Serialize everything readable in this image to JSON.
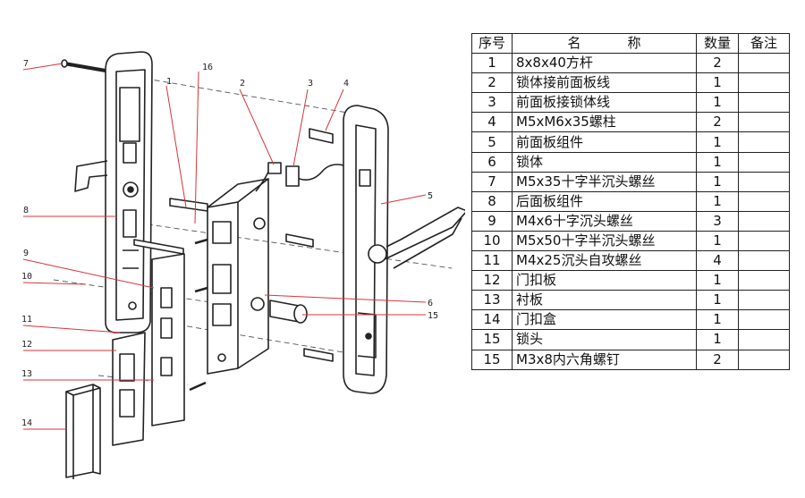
{
  "table": {
    "headers": {
      "no": "序号",
      "name_a": "名",
      "name_b": "称",
      "qty": "数量",
      "note": "备注"
    },
    "rows": [
      {
        "no": "1",
        "name": "8x8x40方杆",
        "qty": "2",
        "note": ""
      },
      {
        "no": "2",
        "name": "锁体接前面板线",
        "qty": "1",
        "note": ""
      },
      {
        "no": "3",
        "name": "前面板接锁体线",
        "qty": "1",
        "note": ""
      },
      {
        "no": "4",
        "name": "M5xM6x35螺柱",
        "qty": "2",
        "note": ""
      },
      {
        "no": "5",
        "name": "前面板组件",
        "qty": "1",
        "note": ""
      },
      {
        "no": "6",
        "name": "锁体",
        "qty": "1",
        "note": ""
      },
      {
        "no": "7",
        "name": "M5x35十字半沉头螺丝",
        "qty": "1",
        "note": ""
      },
      {
        "no": "8",
        "name": "后面板组件",
        "qty": "1",
        "note": ""
      },
      {
        "no": "9",
        "name": "M4x6十字沉头螺丝",
        "qty": "3",
        "note": ""
      },
      {
        "no": "10",
        "name": "M5x50十字半沉头螺丝",
        "qty": "1",
        "note": ""
      },
      {
        "no": "11",
        "name": "M4x25沉头自攻螺丝",
        "qty": "4",
        "note": ""
      },
      {
        "no": "12",
        "name": "门扣板",
        "qty": "1",
        "note": ""
      },
      {
        "no": "13",
        "name": "衬板",
        "qty": "1",
        "note": ""
      },
      {
        "no": "14",
        "name": "门扣盒",
        "qty": "1",
        "note": ""
      },
      {
        "no": "15",
        "name": "锁头",
        "qty": "1",
        "note": ""
      },
      {
        "no": "15",
        "name": "M3x8内六角螺钉",
        "qty": "2",
        "note": ""
      }
    ]
  },
  "callouts": {
    "c7": "7",
    "c16": "16",
    "c1": "1",
    "c2": "2",
    "c3": "3",
    "c4": "4",
    "c5": "5",
    "c8": "8",
    "c9": "9",
    "c10": "10",
    "c11": "11",
    "c6": "6",
    "c15": "15",
    "c12": "12",
    "c13": "13",
    "c14": "14"
  },
  "colors": {
    "line": "#222222",
    "callout": "#d9343a",
    "paper": "#ffffff"
  }
}
